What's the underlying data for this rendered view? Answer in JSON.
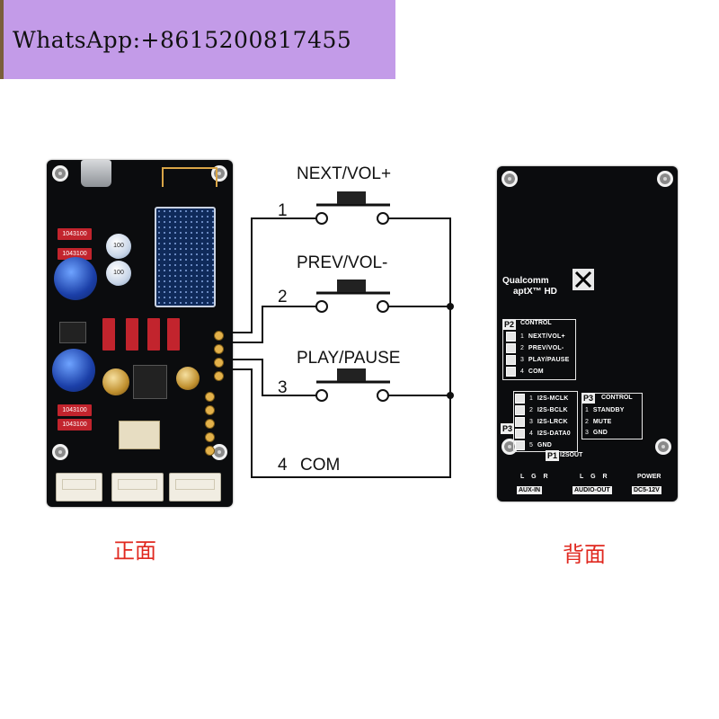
{
  "watermark": {
    "text": "WhatsApp:+8615200817455"
  },
  "wiring": {
    "buttons": [
      {
        "number": "1",
        "label": "NEXT/VOL+"
      },
      {
        "number": "2",
        "label": "PREV/VOL-"
      },
      {
        "number": "3",
        "label": "PLAY/PAUSE"
      }
    ],
    "common": {
      "number": "4",
      "label": "COM"
    }
  },
  "front": {
    "caption": "正面",
    "resistor_text": "1043100",
    "cap_white_text": "100"
  },
  "back": {
    "caption": "背面",
    "brand": "Qualcomm",
    "brand_sub": "aptX™ HD",
    "p2": {
      "title": "P2",
      "header": "CONTROL",
      "rows": [
        {
          "n": "1",
          "t": "NEXT/VOL+"
        },
        {
          "n": "2",
          "t": "PREV/VOL-"
        },
        {
          "n": "3",
          "t": "PLAY/PAUSE"
        },
        {
          "n": "4",
          "t": "COM"
        }
      ]
    },
    "i2s": {
      "rows": [
        {
          "n": "1",
          "t": "I2S-MCLK"
        },
        {
          "n": "2",
          "t": "I2S-BCLK"
        },
        {
          "n": "3",
          "t": "I2S-LRCK"
        },
        {
          "n": "4",
          "t": "I2S-DATA0"
        },
        {
          "n": "5",
          "t": "GND"
        }
      ]
    },
    "p3": {
      "title": "P3",
      "header": "CONTROL",
      "rows": [
        {
          "n": "1",
          "t": "STANDBY"
        },
        {
          "n": "2",
          "t": "MUTE"
        },
        {
          "n": "3",
          "t": "GND"
        }
      ]
    },
    "p3_left": "P3",
    "p1": {
      "title": "P1",
      "text": "I2SOUT"
    },
    "ports": [
      {
        "name": "AUX-IN",
        "pins": "L G R"
      },
      {
        "name": "AUDIO-OUT",
        "pins": "L G R"
      },
      {
        "name": "DC5-12V",
        "pins": "POWER"
      }
    ]
  }
}
